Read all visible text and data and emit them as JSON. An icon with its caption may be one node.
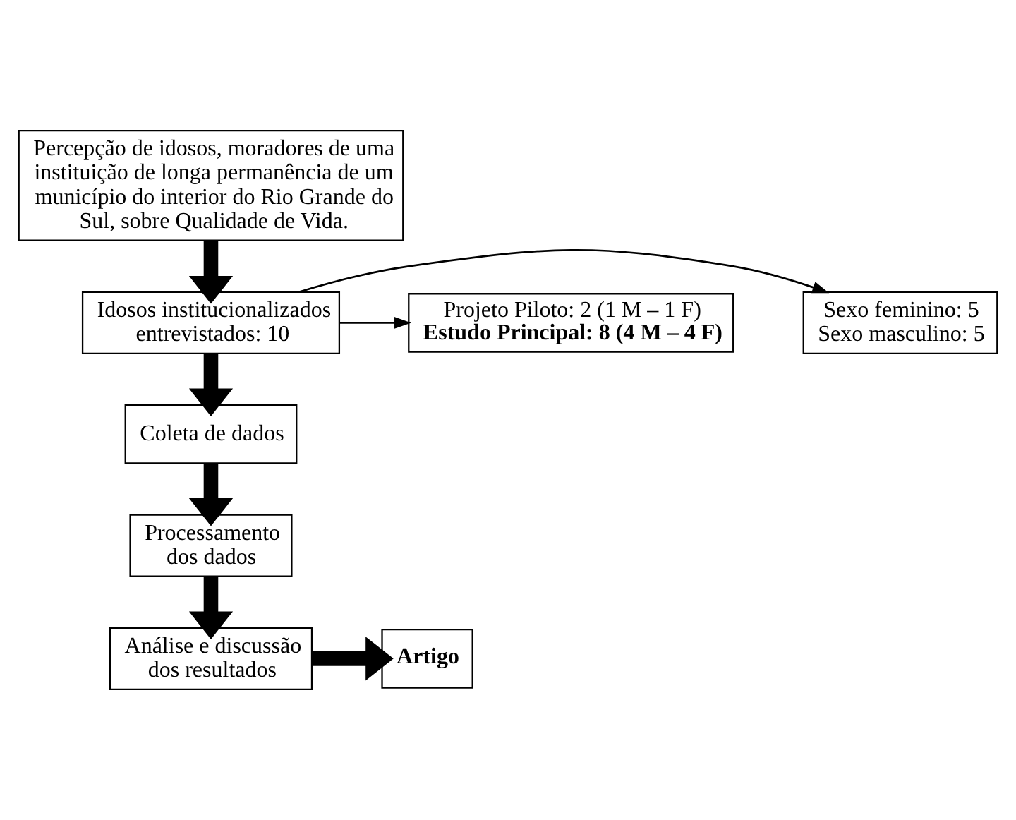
{
  "diagram": {
    "nodes": [
      {
        "text": [
          "Percepção de idosos, moradores de uma instituição de longa permanência de um município do interior do Rio Grande do Sul, sobre Qualidade de Vida."
        ]
      },
      {
        "text": [
          "Idosos institucionalizados entrevistados: 10"
        ]
      },
      {
        "text": [
          "Sexo feminino: 5",
          "Sexo masculino: 5"
        ]
      },
      {
        "text": [
          "Projeto Piloto: 2 (1 M – 1 F)",
          "Estudo Principal: 8 (4 M – 4 F)"
        ]
      },
      {
        "text": [
          "Coleta de dados"
        ]
      },
      {
        "text": [
          "Processamento dos dados"
        ]
      },
      {
        "text": [
          "Análise e discussão dos resultados"
        ]
      },
      {
        "text": [
          "Artigo"
        ]
      }
    ],
    "edges": [
      {
        "from": 0,
        "to": 1,
        "arrow": "to"
      },
      {
        "from": 1,
        "to": 2,
        "arrow": "to"
      },
      {
        "from": 1,
        "to": 3,
        "arrow": "to"
      },
      {
        "from": 1,
        "to": 4,
        "arrow": "to"
      },
      {
        "from": 4,
        "to": 5,
        "arrow": "to"
      },
      {
        "from": 5,
        "to": 6,
        "arrow": "to"
      },
      {
        "from": 6,
        "to": 7,
        "arrow": "to"
      }
    ]
  }
}
